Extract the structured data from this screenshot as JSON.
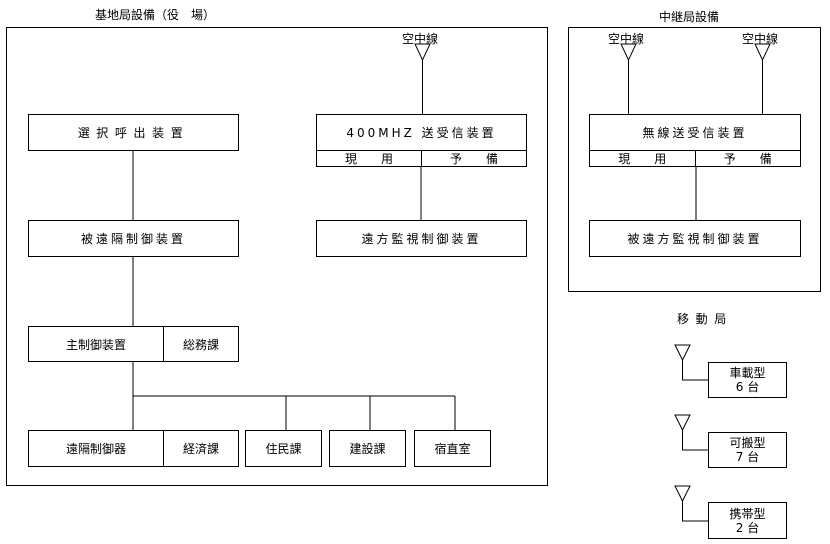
{
  "base_station": {
    "title": "基地局設備（役　場）",
    "antenna": "空中線",
    "selective_call": "選択呼出装置",
    "transceiver": {
      "label": "400MHZ 送受信装置",
      "active": "現　　用",
      "standby": "予　　備"
    },
    "remote_supervisory": "遠方監視制御装置",
    "remote_controlled": "被遠隔制御装置",
    "main_control": "主制御装置",
    "general_affairs": "総務課",
    "remote_controller": "遠隔制御器",
    "economy": "経済課",
    "residents": "住民課",
    "construction": "建設課",
    "night_duty": "宿直室"
  },
  "relay_station": {
    "title": "中継局設備",
    "antenna_left": "空中線",
    "antenna_right": "空中線",
    "transceiver": {
      "label": "無線送受信装置",
      "active": "現　　用",
      "standby": "予　　備"
    },
    "remote_supervisory": "被遠方監視制御装置"
  },
  "mobile_station": {
    "title": "移動局",
    "units": [
      {
        "type": "車載型",
        "count": "6 台"
      },
      {
        "type": "可搬型",
        "count": "7 台"
      },
      {
        "type": "携帯型",
        "count": "2 台"
      }
    ]
  }
}
